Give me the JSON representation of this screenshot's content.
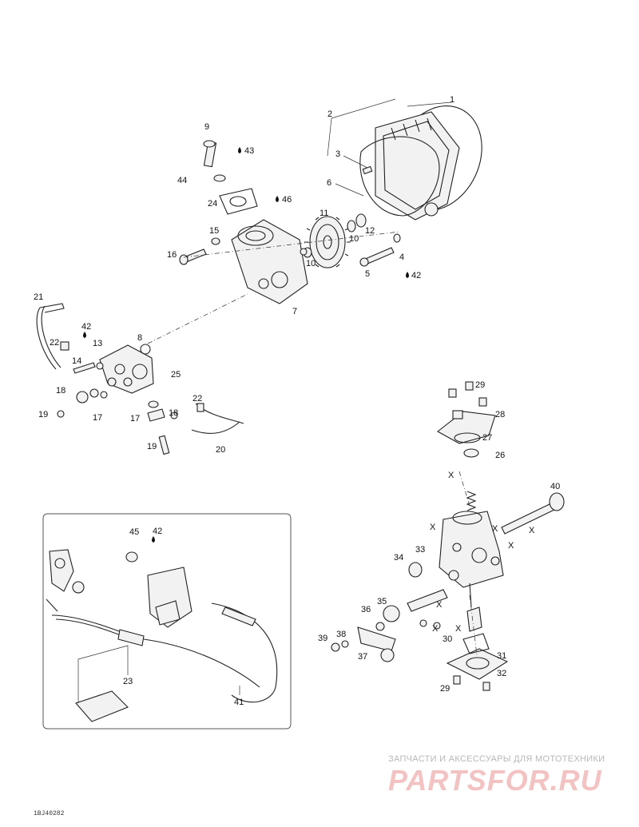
{
  "diagram": {
    "code": "1BJ40282",
    "labels": {
      "p1": "1",
      "p2": "2",
      "p3": "3",
      "p4": "4",
      "p5": "5",
      "p6": "6",
      "p7": "7",
      "p8": "8",
      "p9": "9",
      "p10a": "10",
      "p10b": "10",
      "p11": "11",
      "p12": "12",
      "p13": "13",
      "p14": "14",
      "p15": "15",
      "p16": "16",
      "p17a": "17",
      "p17b": "17",
      "p18a": "18",
      "p18b": "18",
      "p19a": "19",
      "p19b": "19",
      "p20": "20",
      "p21": "21",
      "p22a": "22",
      "p22b": "22",
      "p23": "23",
      "p24": "24",
      "p25": "25",
      "p26": "26",
      "p27": "27",
      "p28": "28",
      "p29a": "29",
      "p29b": "29",
      "p30": "30",
      "p31": "31",
      "p32": "32",
      "p33": "33",
      "p34": "34",
      "p35": "35",
      "p36": "36",
      "p37": "37",
      "p38": "38",
      "p39": "39",
      "p40": "40",
      "p41": "41",
      "p42a": "42",
      "p42b": "42",
      "p42c": "42",
      "p43": "43",
      "p44": "44",
      "p45": "45",
      "p46": "46",
      "x1": "X",
      "x2": "X",
      "x3": "X",
      "x4": "X",
      "x5": "X",
      "x6": "X",
      "x7": "X",
      "x8": "X"
    }
  },
  "watermark": {
    "tagline": "ЗАПЧАСТИ И АКСЕССУАРЫ ДЛЯ МОТОТЕХНИКИ",
    "logo": "PARTSFOR.RU"
  }
}
